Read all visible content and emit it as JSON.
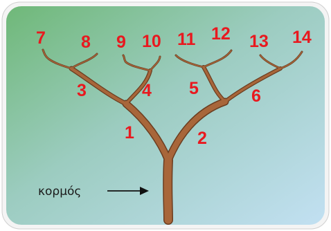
{
  "diagram": {
    "colors": {
      "label_red": "#e8191f",
      "branch_brown": "#a8663a",
      "branch_outline": "#6b3d20",
      "bg_top_left": "#7cc07f",
      "bg_bottom_right": "#b9dcef"
    },
    "labels": {
      "n1": "1",
      "n2": "2",
      "n3": "3",
      "n4": "4",
      "n5": "5",
      "n6": "6",
      "n7": "7",
      "n8": "8",
      "n9": "9",
      "n10": "10",
      "n11": "11",
      "n12": "12",
      "n13": "13",
      "n14": "14"
    },
    "trunk_label": "κορμός"
  }
}
